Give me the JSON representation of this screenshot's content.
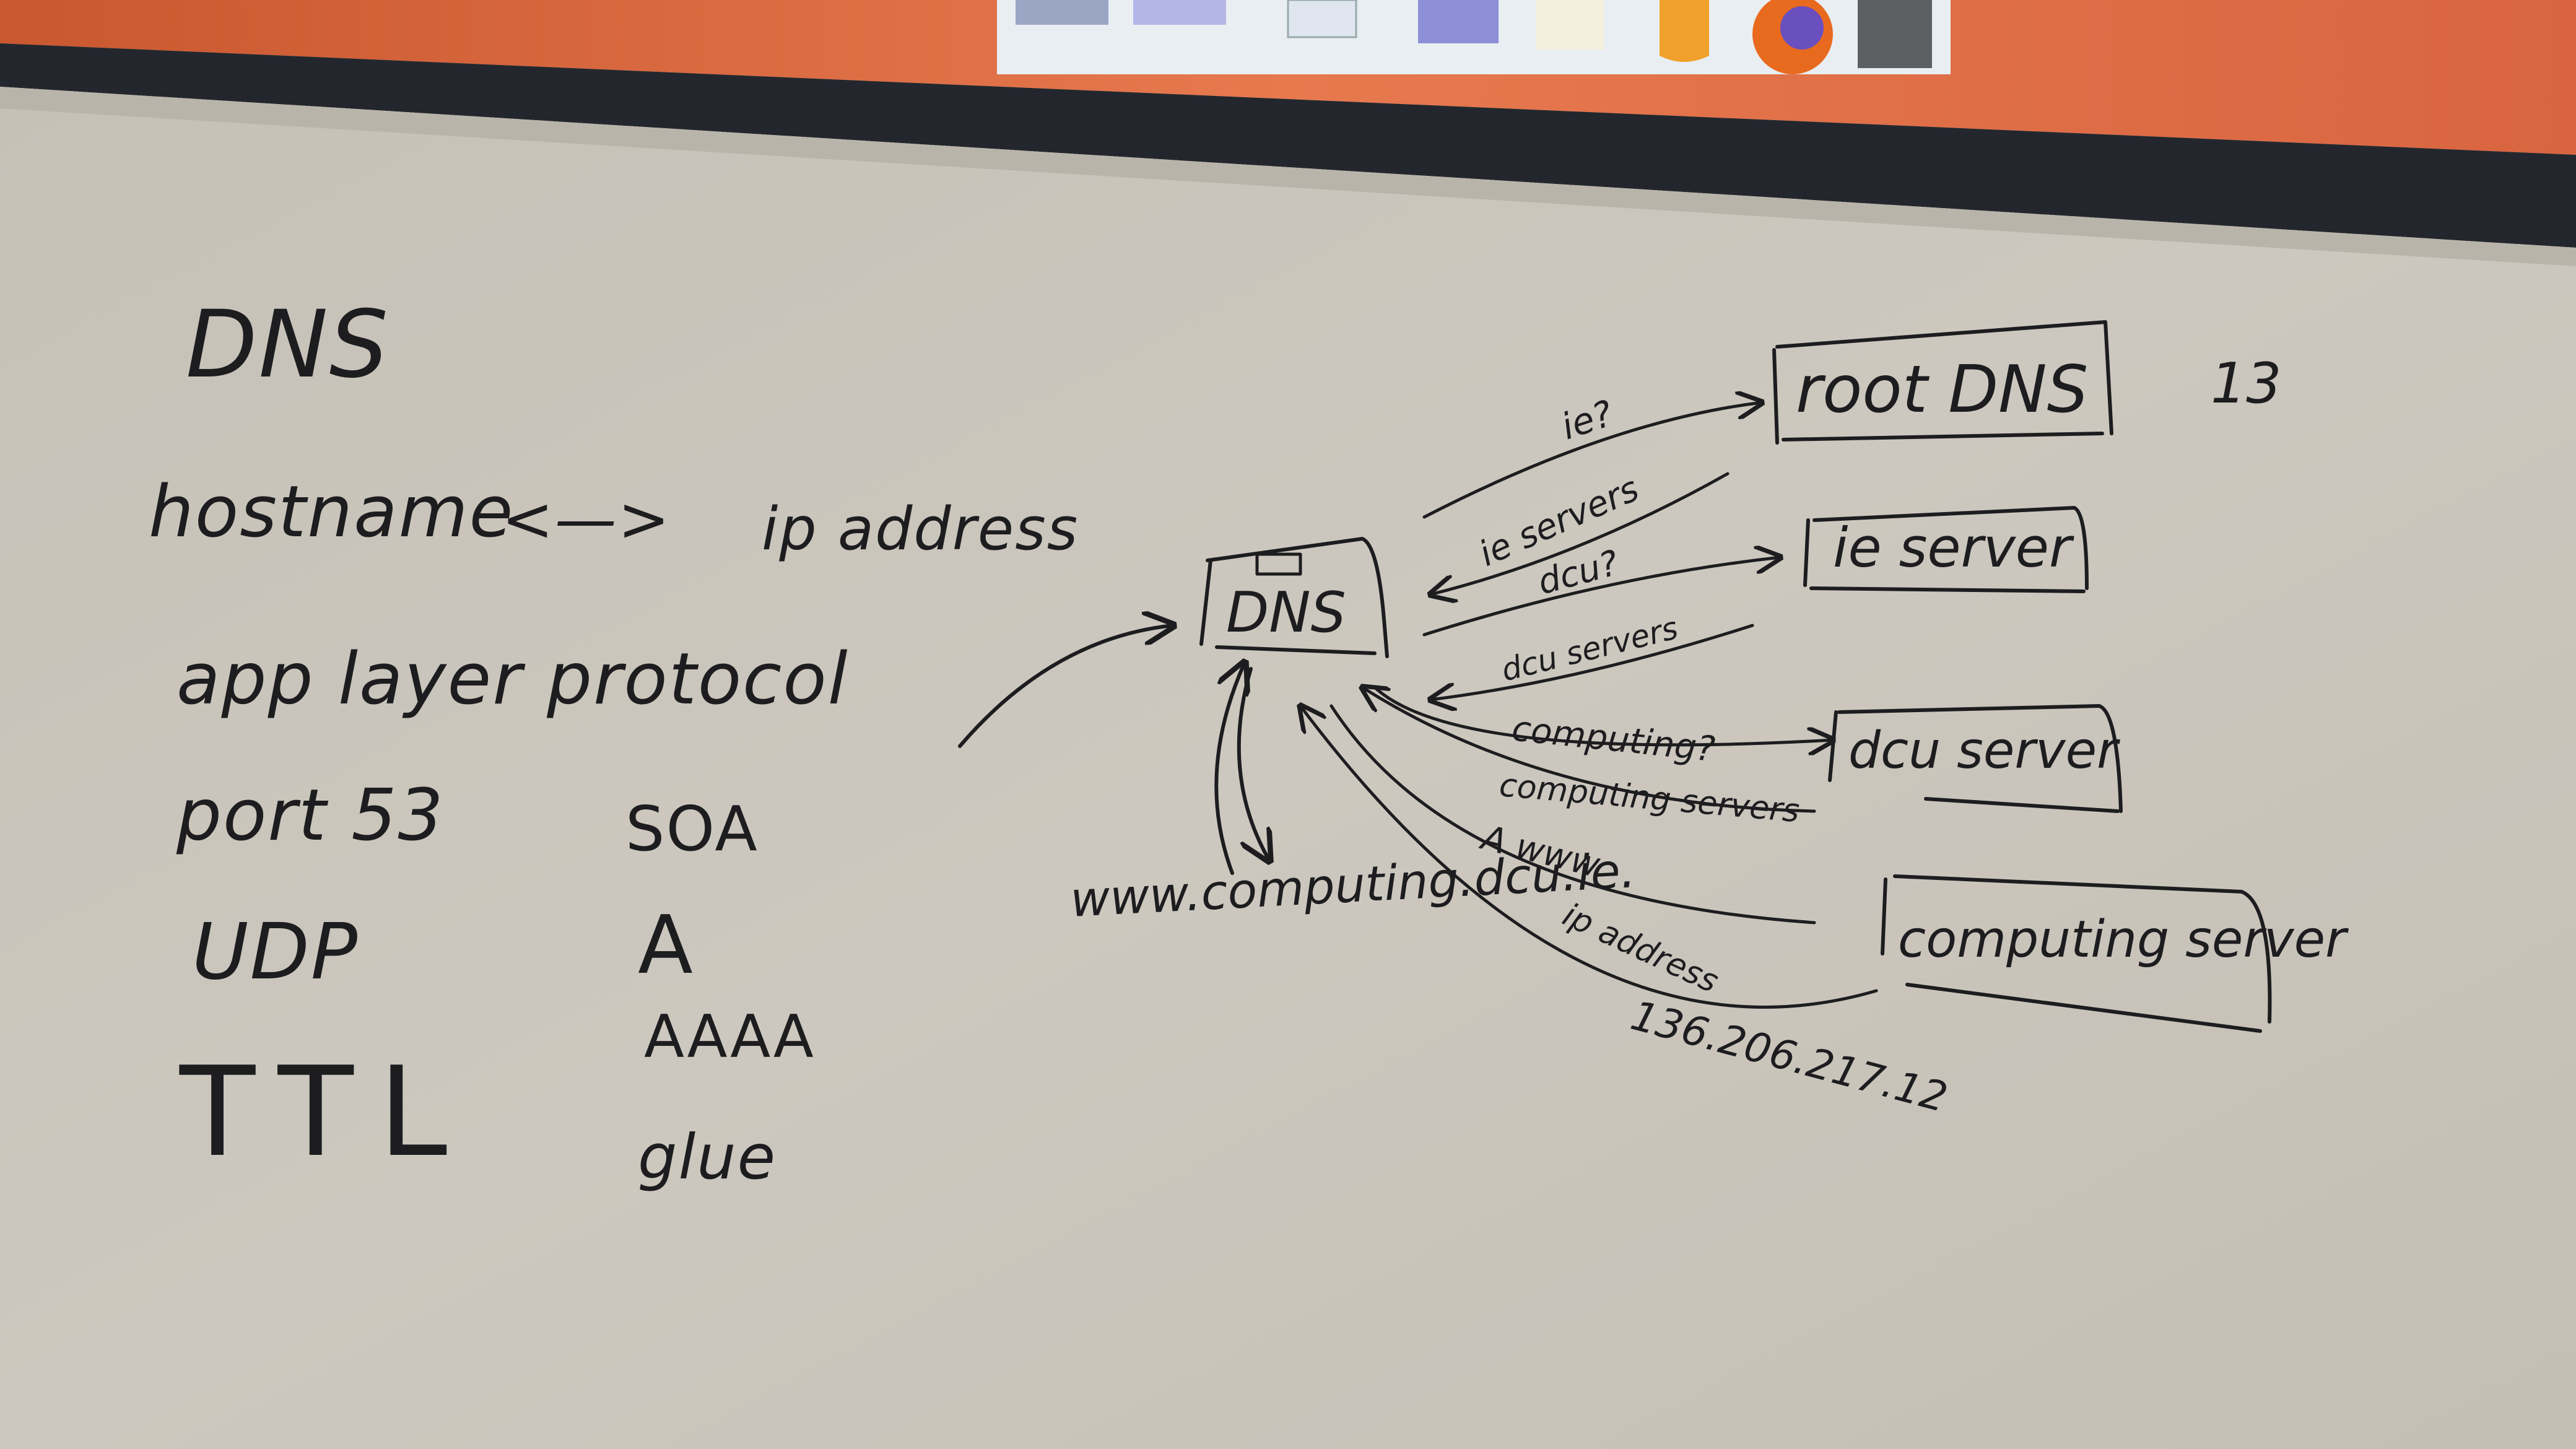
{
  "board": {
    "left_notes": {
      "title": "DNS",
      "hostname_mapping": {
        "left": "hostname",
        "arrow": "<—>",
        "right": "ip address"
      },
      "layer": "app layer protocol",
      "port": "port 53",
      "transport": "UDP",
      "ttl": "TTL",
      "record_types": [
        "SOA",
        "A",
        "AAAA",
        "glue"
      ]
    },
    "diagram": {
      "resolver_label": "DNS",
      "query_name": "www.computing.dcu.ie.",
      "servers": [
        {
          "label": "root DNS",
          "note": "13"
        },
        {
          "label": "ie server",
          "note": ""
        },
        {
          "label": "dcu server",
          "note": ""
        },
        {
          "label": "computing server",
          "note": ""
        }
      ],
      "messages": {
        "q_ie": "ie?",
        "a_ie": "ie servers",
        "q_dcu": "dcu?",
        "a_dcu": "dcu servers",
        "q_computing": "computing?",
        "a_computing": "computing servers",
        "q_a_www": "A www",
        "a_ip": "ip address",
        "final_ip": "136.206.217.12"
      }
    }
  },
  "colors": {
    "board": "#c9c4bb",
    "ink": "#1d1d20",
    "frame": "#23272d",
    "screen": "#e8704a"
  }
}
